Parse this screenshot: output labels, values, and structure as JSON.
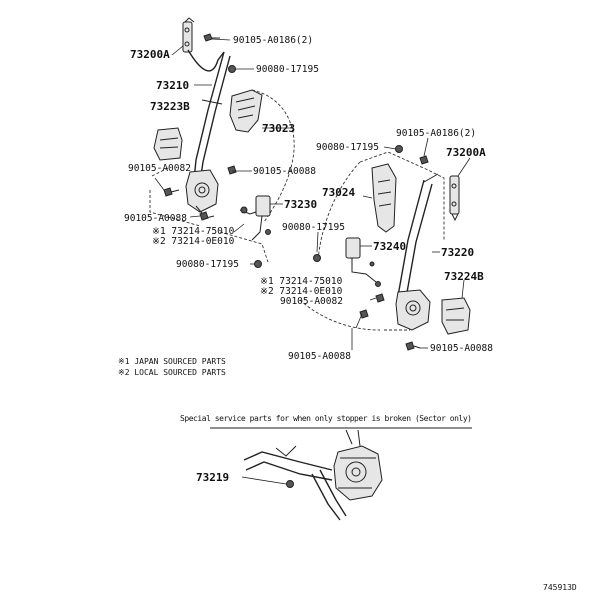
{
  "labels": {
    "p73200a_left": "73200A",
    "p90105_a0186_left": "90105-A0186(2)",
    "p90080_17195_top": "90080-17195",
    "p73210": "73210",
    "p73223b": "73223B",
    "p73023": "73023",
    "p90105_a0082_left": "90105-A0082",
    "p90105_a0088_mid": "90105-A0088",
    "p90105_a0088_left": "90105-A0088",
    "p73230": "73230",
    "p73214_75010_left": "※1 73214-75010",
    "p73214_0e010_left": "※2 73214-0E010",
    "p90080_17195_bottom": "90080-17195",
    "p90105_a0186_right": "90105-A0186(2)",
    "p90080_17195_right": "90080-17195",
    "p73200a_right": "73200A",
    "p73024": "73024",
    "p90080_17195_center": "90080-17195",
    "p73240": "73240",
    "p73220": "73220",
    "p73224b": "73224B",
    "p73214_75010_right": "※1 73214-75010",
    "p73214_0e010_right": "※2 73214-0E010",
    "p90105_a0082_right": "90105-A0082",
    "p90105_a0088_bottom_right": "90105-A0088",
    "p90105_a0088_bottom": "90105-A0088",
    "p73219": "73219"
  },
  "legend": {
    "note1": "※1 JAPAN SOURCED PARTS",
    "note2": "※2 LOCAL SOURCED PARTS"
  },
  "caption": "Special service parts for when only stopper is broken (Sector only)",
  "figure_id": "745913D"
}
